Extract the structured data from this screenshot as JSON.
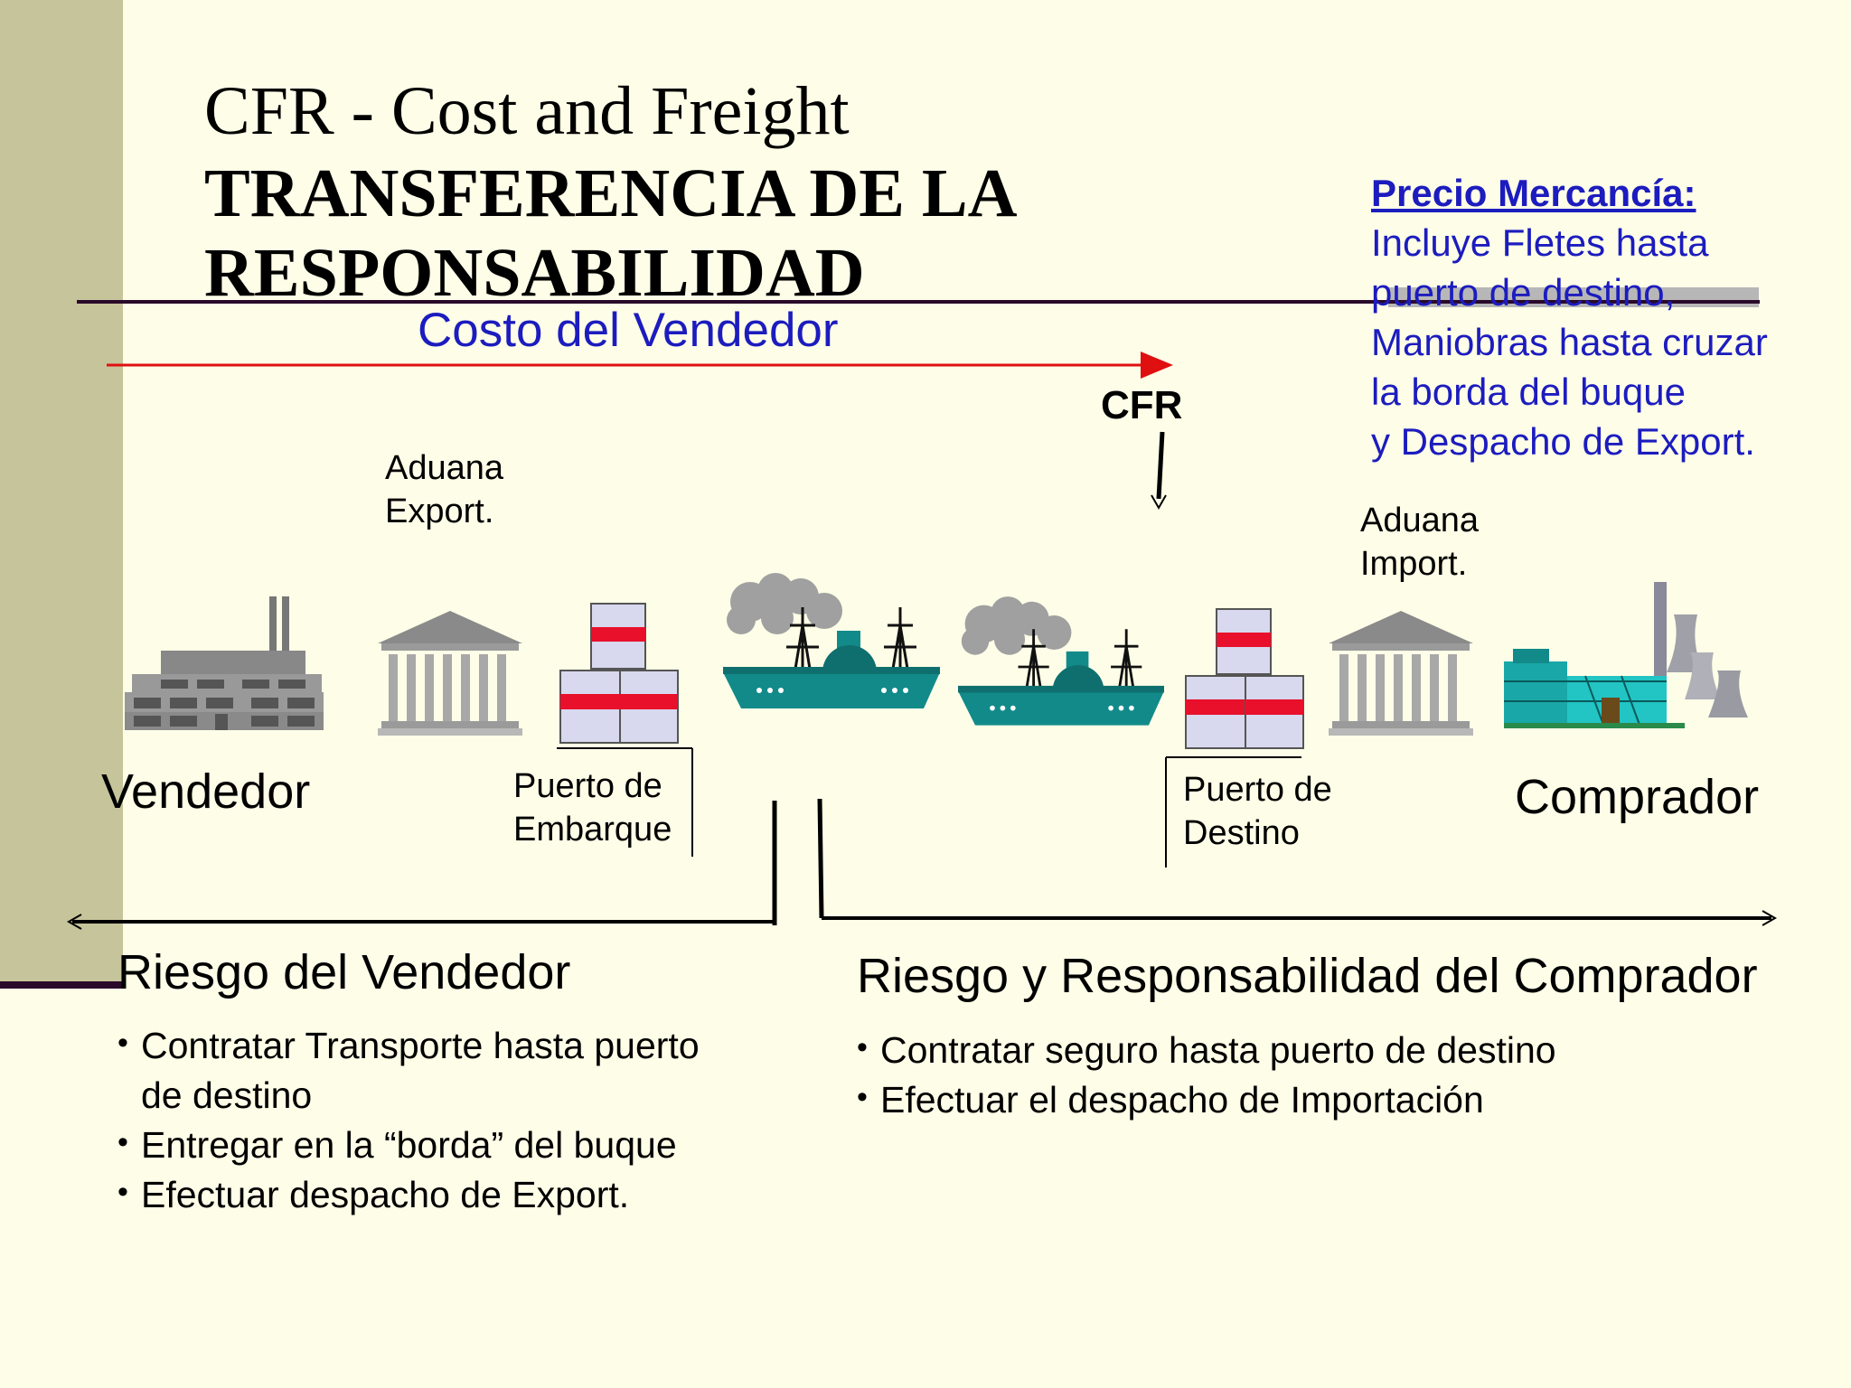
{
  "title": {
    "line1": "CFR - Cost and Freight",
    "line2a": "TRANSFERENCIA DE LA",
    "line2b": "RESPONSABILIDAD"
  },
  "seller_cost_label": "Costo del Vendedor",
  "price_box": {
    "heading": "Precio Mercancía:",
    "lines": [
      "Incluye Fletes hasta",
      "puerto de destino,",
      "Maniobras hasta cruzar",
      "la borda del buque",
      "y Despacho de Export."
    ]
  },
  "cfr_label": "CFR",
  "customs_export": {
    "line1": "Aduana",
    "line2": "Export."
  },
  "customs_import": {
    "line1": "Aduana",
    "line2": "Import."
  },
  "seller_label": "Vendedor",
  "buyer_label": "Comprador",
  "port_loading": {
    "line1": "Puerto de",
    "line2": "Embarque"
  },
  "port_destination": {
    "line1": "Puerto de",
    "line2": "Destino"
  },
  "seller_risk": {
    "title": "Riesgo del Vendedor",
    "bullets": [
      "Contratar Transporte hasta puerto",
      "de destino",
      "Entregar en la “borda” del buque",
      "Efectuar despacho de Export."
    ]
  },
  "buyer_risk": {
    "title": "Riesgo y Responsabilidad del Comprador",
    "bullets": [
      "Contratar seguro hasta puerto de destino",
      "Efectuar el despacho de Importación"
    ]
  },
  "icons": [
    "factory-icon",
    "customs-building-icon",
    "containers-icon",
    "steamship-icon",
    "power-plant-icon"
  ],
  "colors": {
    "background": "#fefee8",
    "accent_bar": "#c6c49a",
    "blue_text": "#1c1cbf",
    "cost_arrow": "#e01010",
    "ship": "#128a8a",
    "container_band": "#e8102a"
  }
}
